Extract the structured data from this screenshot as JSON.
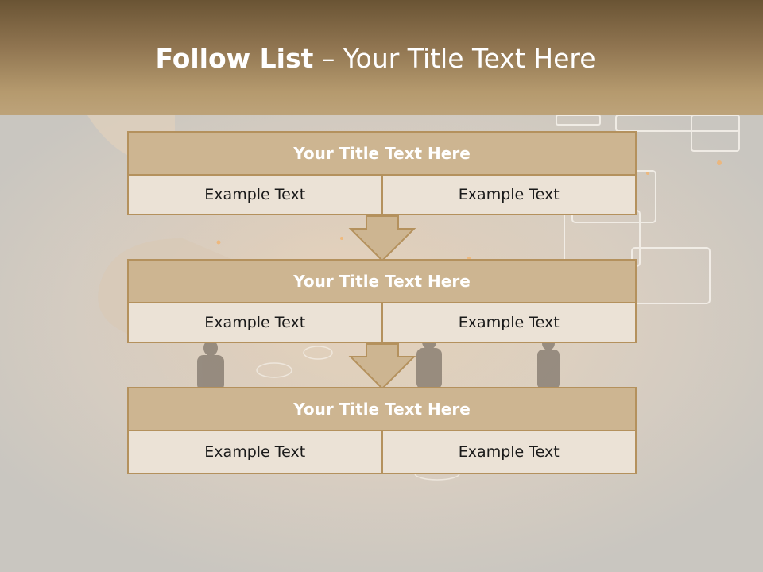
{
  "slide": {
    "title_bold": "Follow List",
    "title_rest": " – Your Title Text Here"
  },
  "blocks": [
    {
      "title": "Your Title Text Here",
      "left": "Example Text",
      "right": "Example Text"
    },
    {
      "title": "Your Title Text Here",
      "left": "Example Text",
      "right": "Example Text"
    },
    {
      "title": "Your Title Text Here",
      "left": "Example Text",
      "right": "Example Text"
    }
  ],
  "colors": {
    "header_dark": "#6a5434",
    "header_light": "#bda37a",
    "block_title_fill": "#cdb591",
    "block_cell_fill": "#ebe2d6",
    "border": "#b4915d"
  }
}
